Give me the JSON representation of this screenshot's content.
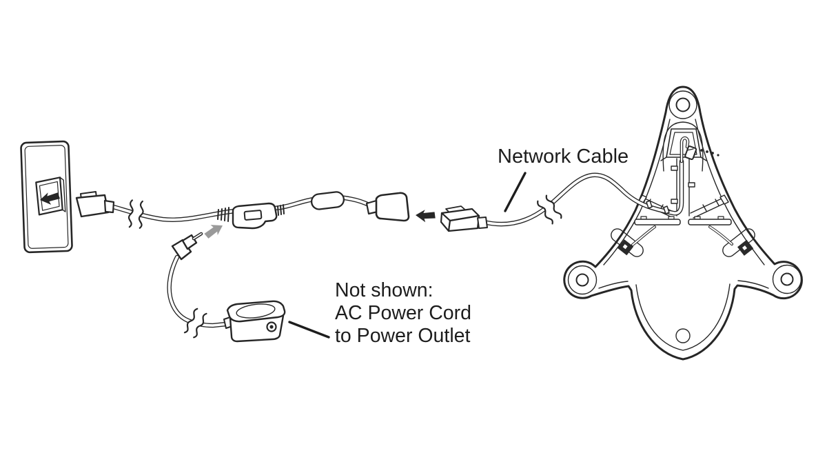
{
  "diagram": {
    "type": "hardware-connection-diagram",
    "background_color": "#ffffff",
    "line_color": "#262626",
    "gray_arrow_color": "#9a9a9a",
    "labels": {
      "network_cable": "Network Cable",
      "note_lines": [
        "Not shown:",
        "AC Power Cord",
        "to Power Outlet"
      ]
    }
  }
}
